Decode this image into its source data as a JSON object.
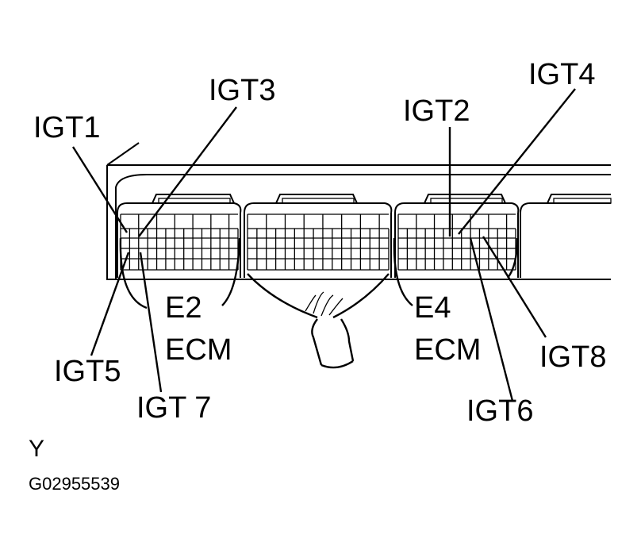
{
  "labels": {
    "igt1": "IGT1",
    "igt2": "IGT2",
    "igt3": "IGT3",
    "igt4": "IGT4",
    "igt5": "IGT5",
    "igt6": "IGT6",
    "igt7": "IGT 7",
    "igt8": "IGT8"
  },
  "connectors": {
    "e2": {
      "code": "E2",
      "unit": "ECM"
    },
    "e4": {
      "code": "E4",
      "unit": "ECM"
    }
  },
  "footer": {
    "letter": "Y",
    "code": "G02955539"
  }
}
